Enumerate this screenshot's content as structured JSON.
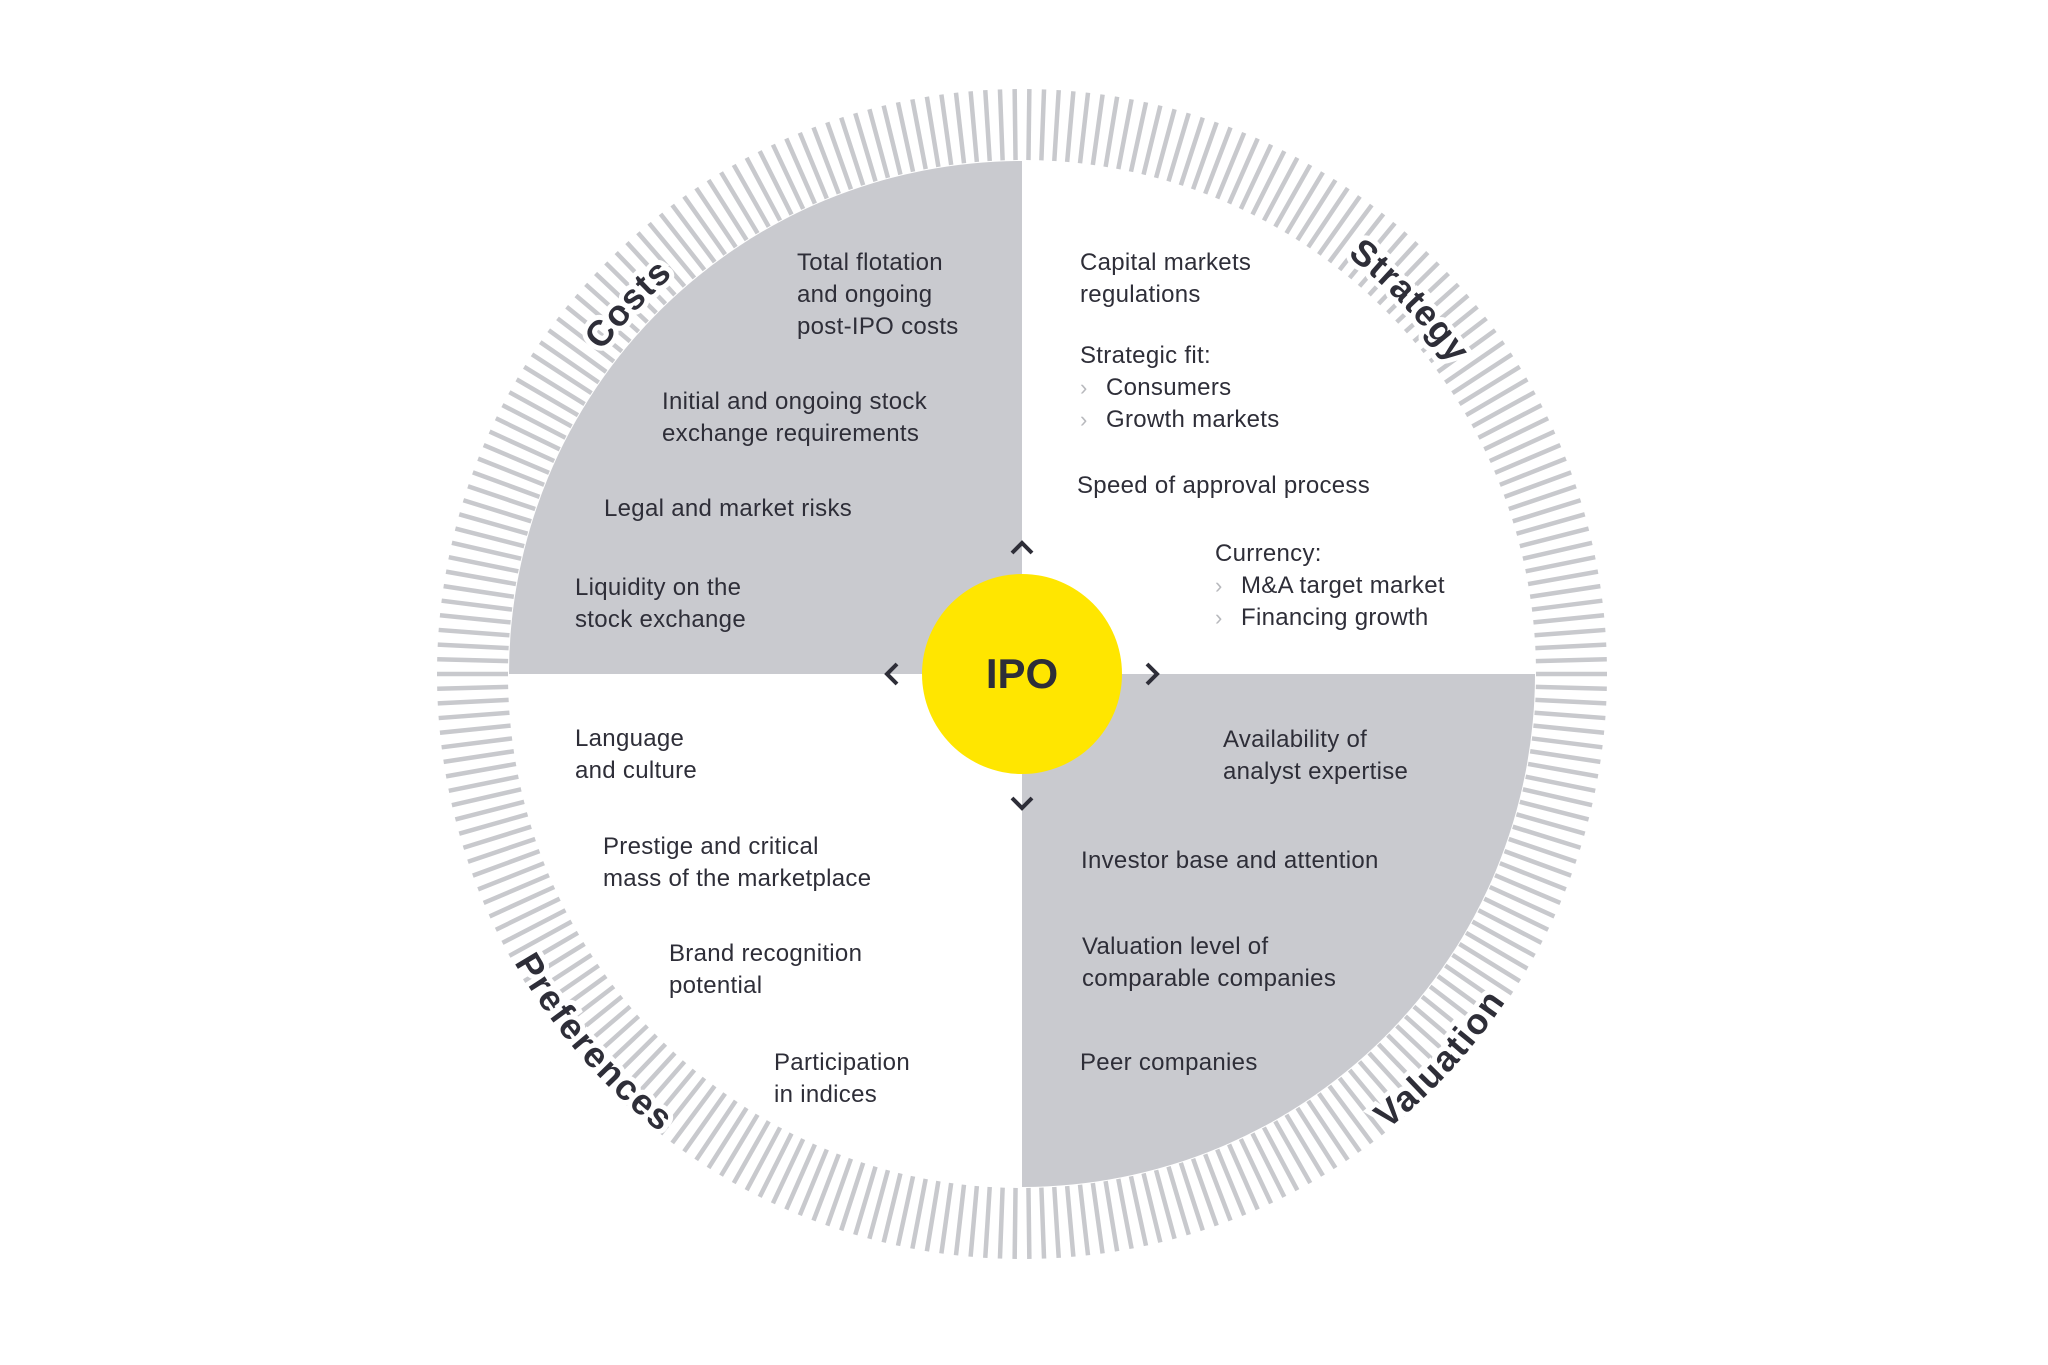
{
  "center": {
    "label": "IPO",
    "color": "#ffe600"
  },
  "colors": {
    "gray": "#c9cacf",
    "tick": "#c8c9cd",
    "text": "#2e2e38"
  },
  "quadrants": {
    "costs": {
      "label": "Costs",
      "items": [
        [
          "Total flotation",
          "and ongoing",
          "post-IPO costs"
        ],
        [
          "Initial and ongoing stock",
          "exchange requirements"
        ],
        [
          "Legal and market risks"
        ],
        [
          "Liquidity on the",
          "stock exchange"
        ]
      ]
    },
    "strategy": {
      "label": "Strategy",
      "capital": [
        "Capital markets",
        "regulations"
      ],
      "fit_title": "Strategic fit:",
      "fit_bullets": [
        "Consumers",
        "Growth markets"
      ],
      "speed": "Speed of approval process",
      "currency_title": "Currency:",
      "currency_bullets": [
        "M&A target market",
        "Financing growth"
      ]
    },
    "preferences": {
      "label": "Preferences",
      "items": [
        [
          "Language",
          "and culture"
        ],
        [
          "Prestige and critical",
          "mass of the marketplace"
        ],
        [
          "Brand recognition",
          "potential"
        ],
        [
          "Participation",
          "in indices"
        ]
      ]
    },
    "valuation": {
      "label": "Valuation",
      "items": [
        [
          "Availability of",
          "analyst expertise"
        ],
        [
          "Investor base and attention"
        ],
        [
          "Valuation level of",
          "comparable companies"
        ],
        [
          "Peer companies"
        ]
      ]
    }
  },
  "bullet_icon": "›"
}
